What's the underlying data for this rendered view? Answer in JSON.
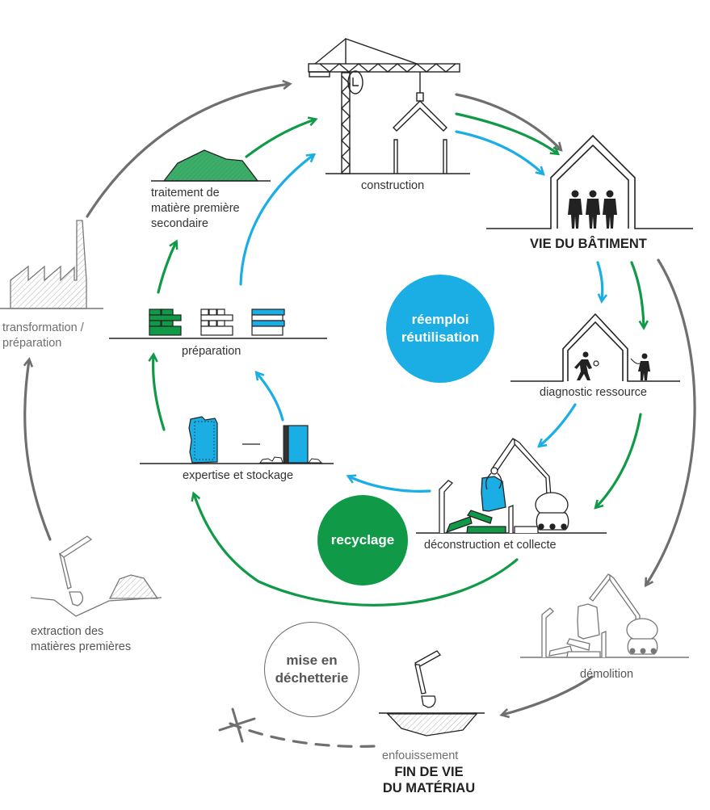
{
  "colors": {
    "reuse": "#1aaee5",
    "recycle": "#109a48",
    "linear": "#6f6f70",
    "ink": "#222222",
    "green_fill": "#3dae6a"
  },
  "stages": {
    "transformation": "transformation /\npréparation",
    "transformation_l1": "transformation /",
    "transformation_l2": "préparation",
    "secondary_l1": "traitement de",
    "secondary_l2": "matière première",
    "secondary_l3": "secondaire",
    "construction": "construction",
    "building_life": "VIE DU BÂTIMENT",
    "preparation": "préparation",
    "diagnostic": "diagnostic ressource",
    "expertise": "expertise et stockage",
    "deconstruction": "déconstruction et collecte",
    "extraction_l1": "extraction des",
    "extraction_l2": "matières premières",
    "demolition": "démolition",
    "burial": "enfouissement",
    "end_of_life_l1": "FIN DE VIE",
    "end_of_life_l2": "DU MATÉRIAU"
  },
  "loops": {
    "reuse_l1": "réemploi",
    "reuse_l2": "réutilisation",
    "recycle": "recyclage",
    "landfill_l1": "mise en",
    "landfill_l2": "déchetterie"
  },
  "icons": [
    "factory-icon",
    "crane-icon",
    "house-with-people-icon",
    "green-pile-icon",
    "pallets-icon",
    "diagnostic-house-icon",
    "stored-panels-icon",
    "excavator-deconstruction-icon",
    "extraction-excavator-icon",
    "demolition-excavator-icon",
    "landfill-pit-icon",
    "cross-mark-icon"
  ]
}
